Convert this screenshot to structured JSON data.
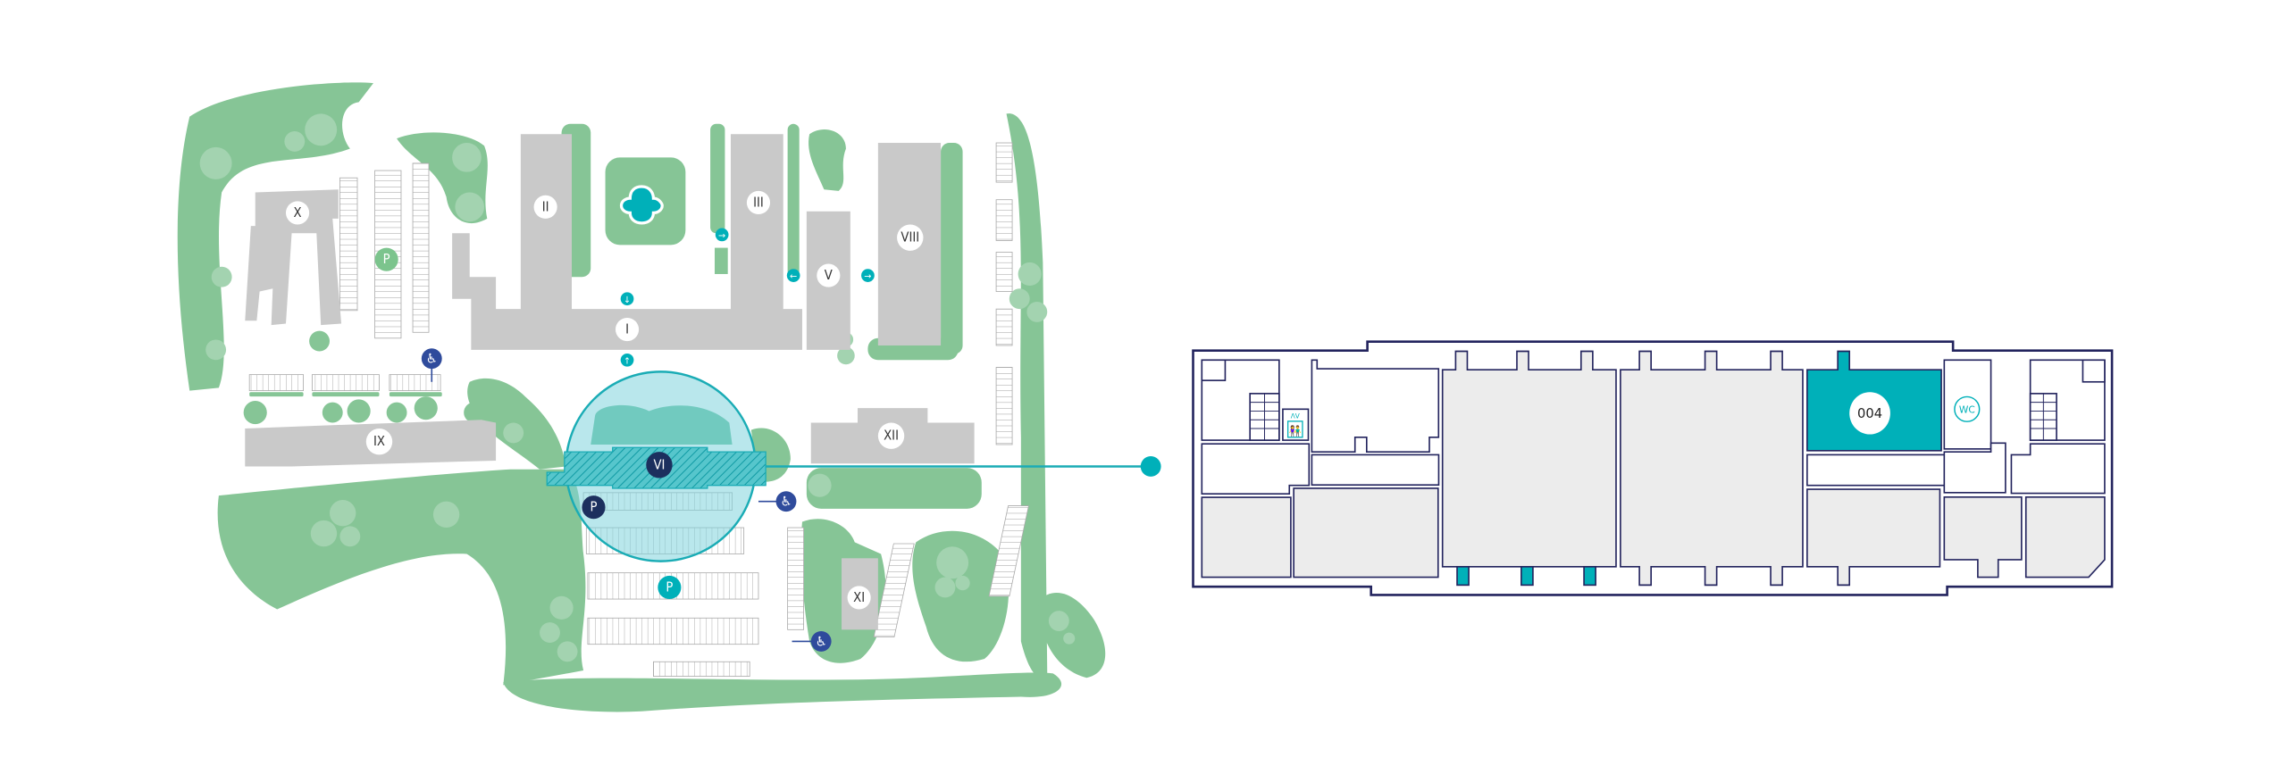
{
  "campus_map": {
    "buildings": {
      "b1": "I",
      "b2": "II",
      "b3": "III",
      "b5": "V",
      "b6": "VI",
      "b8": "VIII",
      "b9": "IX",
      "b10": "X",
      "b11": "XI",
      "b12": "XII"
    },
    "parking_label": "P",
    "selected_building": "VI",
    "icons": [
      "parking-icon",
      "accessible-parking-icon",
      "entrance-arrow-icon",
      "fountain-icon"
    ]
  },
  "floor_plan": {
    "selected_room": "004",
    "wc_label": "WC",
    "elevator_icon": "elevator-icon"
  },
  "colors": {
    "green": "#86c596",
    "building": "#c9c9c9",
    "accent": "#00b0b9",
    "navy": "#23245e",
    "accessible": "#2f4b9c"
  }
}
